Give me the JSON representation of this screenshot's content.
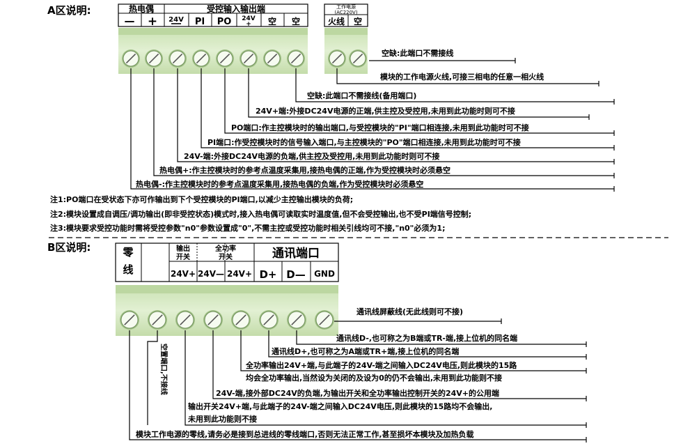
{
  "sectionA": {
    "title": "A区说明:",
    "header_thermo": "热电偶",
    "header_ctrl": "受控输入输出端",
    "labels": [
      "—",
      "+",
      "24V",
      "PI",
      "PO",
      "24V",
      "空",
      "空"
    ],
    "power_header_line1": "工作电源",
    "power_header_line2": "(AC220V)",
    "power_labels": [
      "火线",
      "空"
    ],
    "annotations": [
      "空缺:此端口不需接线",
      "模块的工作电源火线,可接三相电的任意一相火线",
      "空缺:此端口不需接线(备用端口)",
      "24V+端:外接DC24V电源的正端,供主控及受控用,未用到此功能时则可不接",
      "PO端口:作主控模块时的输出端口,与受控模块的\"PI\"端口相连接,未用到此功能时可不接",
      "PI端口:作受控模块时的信号输入端口,与主控模块的\"PO\"端口相连接,未用到此功能时可不接",
      "24V-端:外接DC24V电源的负端,供主控及受控用,未用到此功能时则可不接",
      "热电偶+:作主控模块时的参考点温度采集用,接热电偶的正端,作为受控模块时必须悬空",
      "热电偶-:作主控模块时的参考点温度采集用,接热电偶的负端,作为受控模块时必须悬空"
    ],
    "notes": [
      "注1:PO端口在受状态下亦可作输出到下个受控模块的PI端口,以减少主控输出模块的负荷;",
      "注2:模块设置成自调压/调功输出(即非受控状态)模式时,接入热电偶可读取实时温度值,但不会受控输出,也不受PI端信号控制;",
      "注3:模块要求受控功能时需将受控参数\"n0\"参数设置成\"0\",不需主控或受控功能时相关引线均可不接,\"n0\"必须为1;"
    ]
  },
  "sectionB": {
    "title": "B区说明:",
    "zero_line1": "零",
    "zero_line2": "线",
    "header_io_line1": "输出",
    "header_io_line2": "开关",
    "header_full_line1": "全功率",
    "header_full_line2": "开关",
    "header_comm": "通讯端口",
    "labels": [
      "24V+",
      "24V—",
      "24V+",
      "D+",
      "D—",
      "GND"
    ],
    "vertical_note": "空置端口,不接线",
    "annotations": [
      "通讯线屏蔽线(无此线则可不接)",
      "通讯线D-,也可称之为B端或TR-端,接上位机的同名端",
      "通讯线D+,也可称之为A端或TR+端,接上位机的同名端",
      "全功率输出24V+端,与此端子的24V-端之间输入DC24V电压,则此模块的15路",
      "均会全功率输出,当然设为关闭的及设为0的仍不会输出,未用到此功能则不接",
      "24V-端,接外部DC24V的负端,为输出开关和全功率输出控制开关的24V+的公用端",
      "输出开关24V+端,与此端子的24V-端之间输入DC24V电压,则此模块的15路均不会输出,",
      "未用到此功能则不接",
      "模块工作电源的零线,请务必是接到总进线的零线端口,否则无法正常工作,甚至损坏本模块及加热负载"
    ]
  },
  "colors": {
    "terminal_green": "#d2e7bd",
    "terminal_dark": "#b7d29c",
    "line": "#000000"
  }
}
